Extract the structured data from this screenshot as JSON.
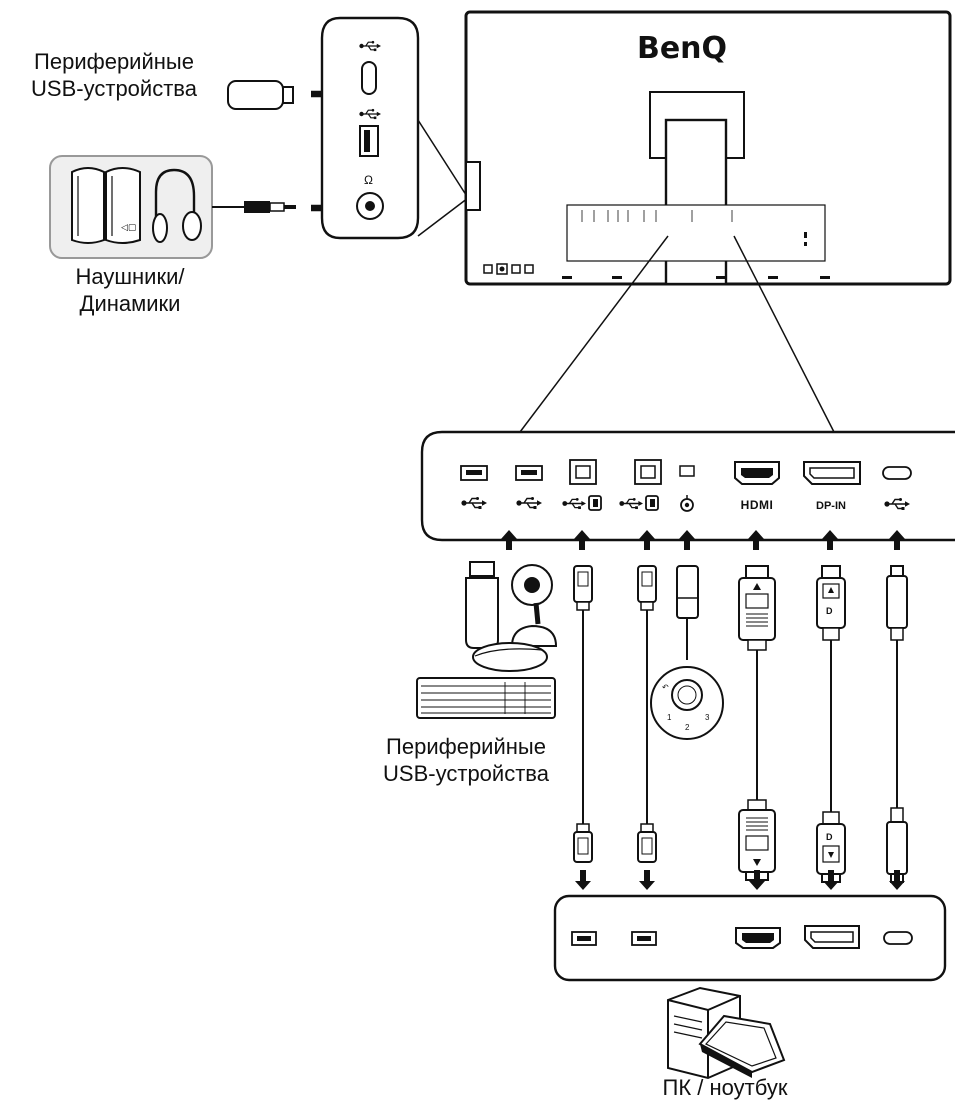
{
  "brand": {
    "logo": "BenQ"
  },
  "labels": {
    "side_usb_line1": "Периферийные",
    "side_usb_line2": "USB-устройства",
    "headphones_line1": "Наушники/",
    "headphones_line2": "Динамики",
    "bottom_usb_line1": "Периферийные",
    "bottom_usb_line2": "USB-устройства",
    "computer": "ПК / ноутбук"
  },
  "port_labels": {
    "hdmi": "HDMI",
    "dp_in": "DP-IN"
  },
  "icons": {
    "usb": "usb-trident-icon",
    "usb_b": "usb-b-port-icon",
    "headphones": "headphone-icon",
    "controller": "hotkey-puck-icon"
  },
  "colors": {
    "line": "#111111",
    "fill": "#ffffff",
    "panel_bg": "#eeeeee"
  }
}
